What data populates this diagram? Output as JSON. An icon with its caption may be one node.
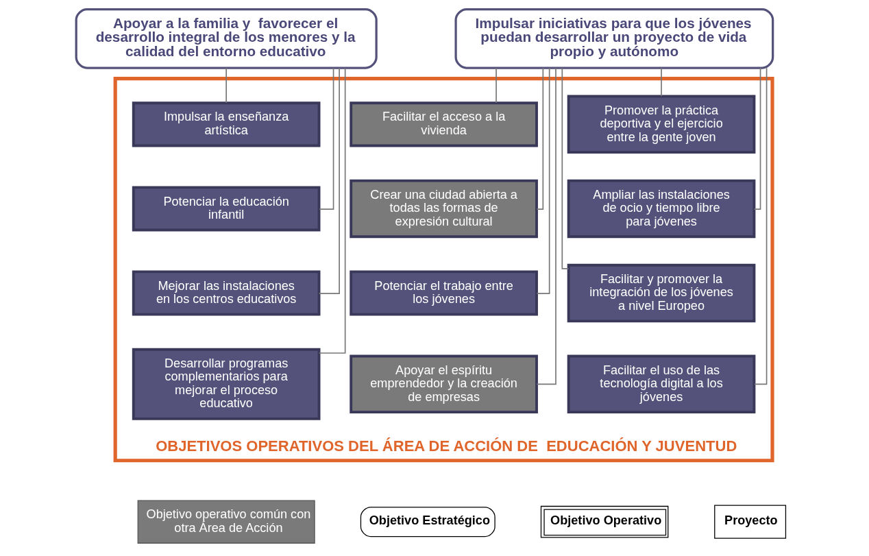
{
  "diagram": {
    "nodes": [
      {
        "text": [
          "Apoyar a la familia y  favorecer el desarrollo integral de los menores y la calidad del entorno educativo"
        ]
      },
      {
        "text": [
          "Impulsar iniciativas para que los jóvenes puedan desarrollar un proyecto de vida propio y autónomo"
        ]
      },
      {
        "text": [
          "OBJETIVOS OPERATIVOS DEL ÁREA DE ACCIÓN DE  EDUCACIÓN Y JUVENTUD"
        ]
      },
      {
        "text": [
          "Impulsar la enseñanza artística"
        ],
        "in": 2
      },
      {
        "text": [
          "Potenciar la educación infantil"
        ],
        "in": 2
      },
      {
        "text": [
          "Mejorar las instalaciones en los centros educativos"
        ],
        "in": 2
      },
      {
        "text": [
          "Desarrollar programas complementarios para mejorar el proceso educativo"
        ],
        "in": 2
      },
      {
        "text": [
          "Facilitar el acceso a la vivienda"
        ],
        "in": 2
      },
      {
        "text": [
          "Crear una ciudad abierta a todas las formas de expresión cultural"
        ],
        "in": 2
      },
      {
        "text": [
          "Potenciar el trabajo entre los jóvenes"
        ],
        "in": 2
      },
      {
        "text": [
          "Apoyar el espíritu emprendedor y la creación de empresas"
        ],
        "in": 2
      },
      {
        "text": [
          "Promover la práctica deportiva y el ejercicio entre la gente joven"
        ],
        "in": 2
      },
      {
        "text": [
          "Ampliar las instalaciones de ocio y tiempo libre para jóvenes"
        ],
        "in": 2
      },
      {
        "text": [
          "Facilitar y promover la integración de los jóvenes a nivel Europeo"
        ],
        "in": 2
      },
      {
        "text": [
          "Facilitar el uso de las tecnología digital a los jóvenes"
        ],
        "in": 2
      }
    ],
    "edges": [
      {
        "from": 0,
        "to": 3,
        "arrow": "none"
      },
      {
        "from": 0,
        "to": 4,
        "arrow": "none"
      },
      {
        "from": 0,
        "to": 5,
        "arrow": "none"
      },
      {
        "from": 0,
        "to": 6,
        "arrow": "none"
      },
      {
        "from": 1,
        "to": 7,
        "arrow": "none"
      },
      {
        "from": 1,
        "to": 8,
        "arrow": "none"
      },
      {
        "from": 1,
        "to": 9,
        "arrow": "none"
      },
      {
        "from": 1,
        "to": 10,
        "arrow": "none"
      },
      {
        "from": 1,
        "to": 11,
        "arrow": "none"
      },
      {
        "from": 1,
        "to": 12,
        "arrow": "none"
      },
      {
        "from": 1,
        "to": 13,
        "arrow": "none"
      },
      {
        "from": 1,
        "to": 14,
        "arrow": "none"
      }
    ],
    "legend": [
      {
        "text": "Objetivo operativo común con otra Área de Acción",
        "color": "#7a7a7a"
      },
      {
        "text": "Objetivo Estratégico"
      },
      {
        "text": "Objetivo Operativo"
      },
      {
        "text": "Proyecto"
      }
    ]
  }
}
